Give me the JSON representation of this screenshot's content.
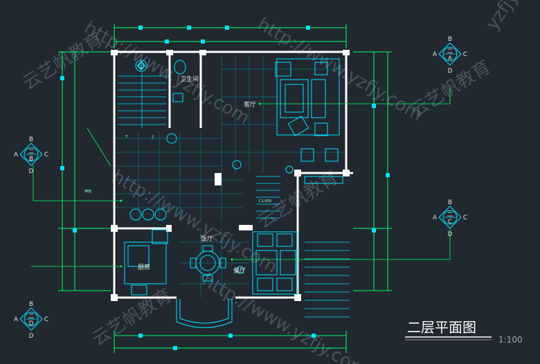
{
  "drawing": {
    "title": "二层平面图",
    "scale": "1:100"
  },
  "rooms": {
    "bathroom": "卫生间",
    "living_room": "客厅",
    "dining_room": "饭厅",
    "side_hall": "偏厅",
    "kitchen": "厨房",
    "stair_up": "上",
    "stair_down": "下",
    "shaft": "神龛",
    "window_tag": "C1-600"
  },
  "section_markers": [
    {
      "id": "top-right",
      "top": "B",
      "left": "A",
      "right": "C",
      "bottom": "D",
      "num": "二",
      "den": "A"
    },
    {
      "id": "left",
      "top": "B",
      "left": "A",
      "right": "C",
      "bottom": "D",
      "num": "二",
      "den": "B"
    },
    {
      "id": "right",
      "top": "B",
      "left": "A",
      "right": "C",
      "bottom": "D",
      "num": "二",
      "den": "C"
    },
    {
      "id": "bottom-left",
      "top": "B",
      "left": "A",
      "right": "C",
      "bottom": "D",
      "num": "二",
      "den": "D"
    },
    {
      "id": "bath",
      "top": "",
      "left": "",
      "right": "",
      "bottom": "",
      "num": "二",
      "den": "A"
    }
  ],
  "watermarks": {
    "cn": "云艺帆教育",
    "url": "http://www.yzfjy.com",
    "short": "yzfjy"
  },
  "colors": {
    "background": "#212830",
    "wall": "#ffffff",
    "dimension": "#00ff66",
    "furniture": "#00e5ff",
    "grid": "#00b8c8",
    "text": "#e8e8e8"
  }
}
